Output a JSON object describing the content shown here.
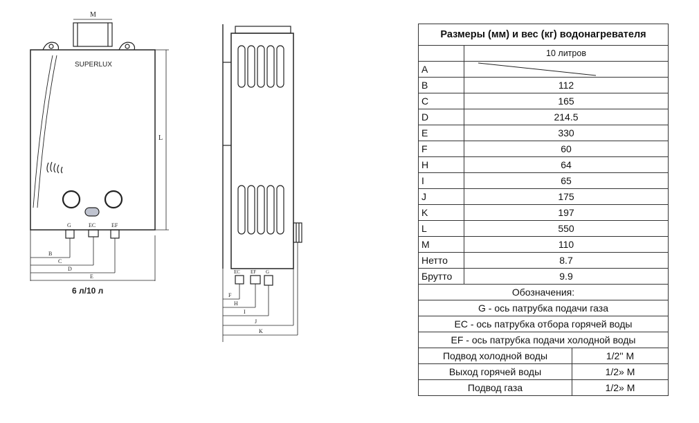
{
  "drawing": {
    "brand": "SUPERLUX",
    "front_caption": "6 л/10 л",
    "dim_top": "M",
    "dim_right": "L",
    "port_labels": [
      "G",
      "EC",
      "EF"
    ],
    "front_dims": [
      "B",
      "C",
      "D",
      "E"
    ],
    "side_port_labels": [
      "EC",
      "EF",
      "G"
    ],
    "side_dims": [
      "F",
      "H",
      "I",
      "J",
      "K"
    ]
  },
  "table": {
    "title": "Размеры (мм) и вес (кг) водонагревателя",
    "col_header": "10 литров",
    "rows": [
      {
        "label": "A",
        "value": ""
      },
      {
        "label": "B",
        "value": "112"
      },
      {
        "label": "C",
        "value": "165"
      },
      {
        "label": "D",
        "value": "214.5"
      },
      {
        "label": "E",
        "value": "330"
      },
      {
        "label": "F",
        "value": "60"
      },
      {
        "label": "H",
        "value": "64"
      },
      {
        "label": "I",
        "value": "65"
      },
      {
        "label": "J",
        "value": "175"
      },
      {
        "label": "K",
        "value": "197"
      },
      {
        "label": "L",
        "value": "550"
      },
      {
        "label": "M",
        "value": "110"
      },
      {
        "label": "Нетто",
        "value": "8.7"
      },
      {
        "label": "Брутто",
        "value": "9.9"
      }
    ],
    "legend_title": "Обозначения:",
    "legend": [
      "G - ось патрубка подачи газа",
      "EC - ось патрубка отбора горячей воды",
      "EF - ось патрубка подачи холодной воды"
    ],
    "connections": [
      {
        "label": "Подвод холодной воды",
        "value": "1/2'' М"
      },
      {
        "label": "Выход горячей воды",
        "value": "1/2» М"
      },
      {
        "label": "Подвод газа",
        "value": "1/2» М"
      }
    ]
  }
}
